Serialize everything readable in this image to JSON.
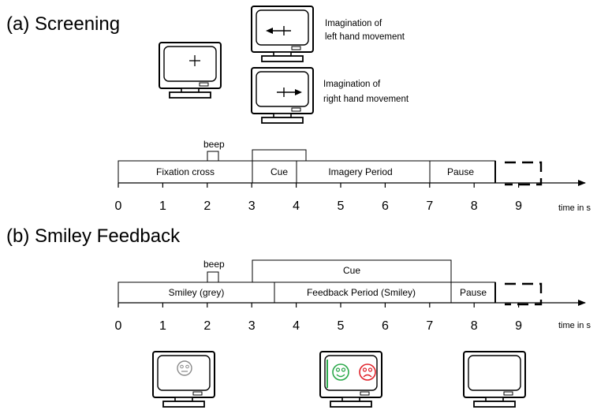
{
  "screening": {
    "title": "(a) Screening",
    "left_label_line1": "Imagination of",
    "left_label_line2": "left hand movement",
    "right_label_line1": "Imagination of",
    "right_label_line2": "right hand movement",
    "beep": "beep",
    "segments": {
      "fixation": "Fixation cross",
      "cue": "Cue",
      "imagery": "Imagery Period",
      "pause": "Pause"
    },
    "axis_ticks": [
      "0",
      "1",
      "2",
      "3",
      "4",
      "5",
      "6",
      "7",
      "8",
      "9"
    ],
    "axis_unit": "time in s"
  },
  "smiley": {
    "title": "(b) Smiley Feedback",
    "beep": "beep",
    "segments": {
      "cue": "Cue",
      "smiley_grey": "Smiley (grey)",
      "feedback": "Feedback Period (Smiley)",
      "pause": "Pause"
    },
    "axis_ticks": [
      "0",
      "1",
      "2",
      "3",
      "4",
      "5",
      "6",
      "7",
      "8",
      "9"
    ],
    "axis_unit": "time in s"
  },
  "colors": {
    "smiley_green": "#2aa84a",
    "smiley_red": "#e0222a",
    "smiley_grey": "#8a8a8a"
  }
}
